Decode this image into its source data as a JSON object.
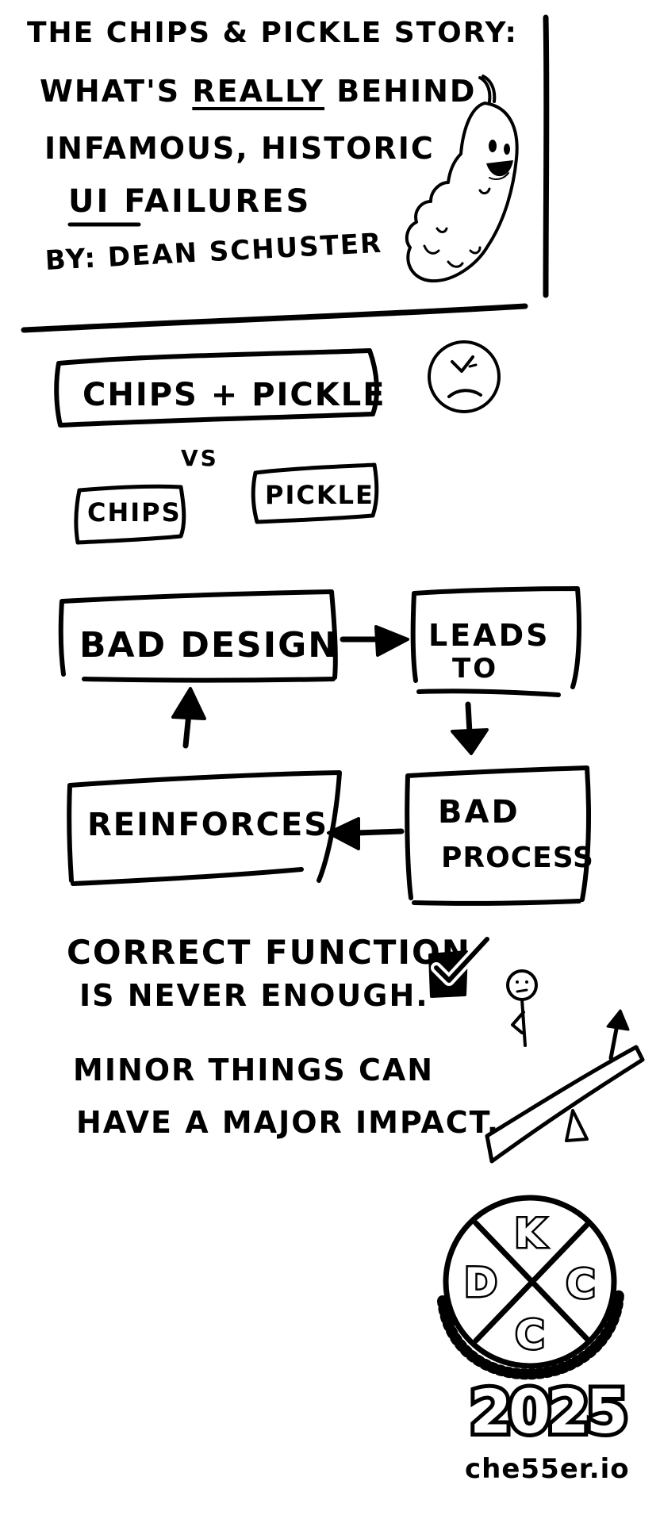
{
  "title": {
    "line1": "The Chips & Pickle Story:",
    "line2_prefix": "What's ",
    "line2_emphasis": "Really",
    "line2_suffix": " Behind",
    "line3": "Infamous, Historic",
    "line4": "UI Failures",
    "byline": "By: Dean Schuster"
  },
  "comparison": {
    "combined_label": "Chips + Pickle",
    "vs_label": "vs",
    "left_label": "Chips",
    "right_label": "Pickle"
  },
  "cycle": {
    "bad_design": "Bad Design",
    "leads_to": [
      "Leads",
      "To"
    ],
    "bad_process": [
      "Bad",
      "Process"
    ],
    "reinforces": "Reinforces"
  },
  "notes": {
    "correct_function": [
      "Correct Function",
      "is never enough."
    ],
    "minor_things": [
      "Minor things can",
      "have a major impact."
    ]
  },
  "logo": {
    "letters": [
      "K",
      "D",
      "C",
      "C"
    ],
    "year": "2025",
    "site": "che55er.io"
  },
  "icons": [
    "pickle-character-icon",
    "frowning-face-icon",
    "checkbox-checked-icon",
    "stick-figure-icon",
    "seesaw-icon",
    "kcdc-logo-icon"
  ]
}
